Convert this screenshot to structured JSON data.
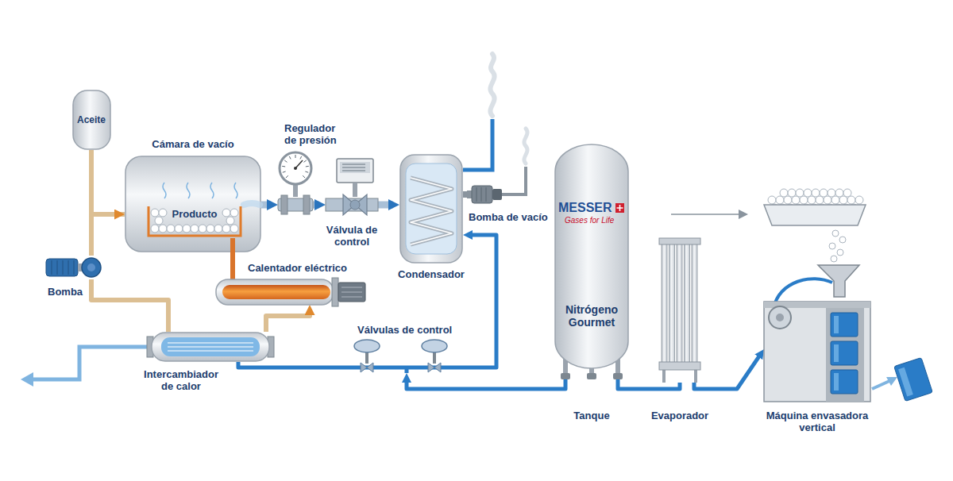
{
  "diagram": {
    "nodes": [
      {
        "text": [
          "Aceite"
        ]
      },
      {
        "text": [
          "Cámara de vacío"
        ]
      },
      {
        "text": [
          "Producto"
        ],
        "in": 1
      },
      {
        "text": [
          "Regulador de presión"
        ]
      },
      {
        "text": [
          "Válvula de control"
        ]
      },
      {
        "text": [
          "Condensador"
        ]
      },
      {
        "text": [
          "Bomba de vacío"
        ]
      },
      {
        "text": [
          "Calentador eléctrico"
        ]
      },
      {
        "text": [
          "Bomba"
        ]
      },
      {
        "text": [
          "Intercambiador de calor"
        ]
      },
      {
        "text": [
          "Válvulas de control"
        ]
      },
      {
        "text": [
          "MESSER",
          "Gases for Life",
          "Nitrógeno Gourmet",
          "Tanque"
        ]
      },
      {
        "text": [
          "Evaporador"
        ]
      },
      {
        "text": [
          "Máquina envasadora vertical"
        ]
      }
    ],
    "edges": [
      {
        "from": 0,
        "to": 1,
        "arrow": "to"
      },
      {
        "from": 1,
        "to": 8,
        "arrow": "none"
      },
      {
        "from": 8,
        "to": 9,
        "arrow": "none"
      },
      {
        "from": 9,
        "to": 7,
        "arrow": "to"
      },
      {
        "from": 7,
        "to": 1,
        "arrow": "none"
      },
      {
        "from": 1,
        "to": 3,
        "arrow": "to"
      },
      {
        "from": 3,
        "to": 4,
        "arrow": "to"
      },
      {
        "from": 4,
        "to": 5,
        "arrow": "to"
      },
      {
        "from": 5,
        "to": 6,
        "arrow": "none"
      },
      {
        "from": 11,
        "to": 10,
        "arrow": "to"
      },
      {
        "from": 10,
        "to": 9,
        "arrow": "none"
      },
      {
        "from": 10,
        "to": 5,
        "arrow": "to"
      },
      {
        "from": 11,
        "to": 12,
        "arrow": "none"
      },
      {
        "from": 12,
        "to": 13,
        "arrow": "to"
      }
    ]
  }
}
